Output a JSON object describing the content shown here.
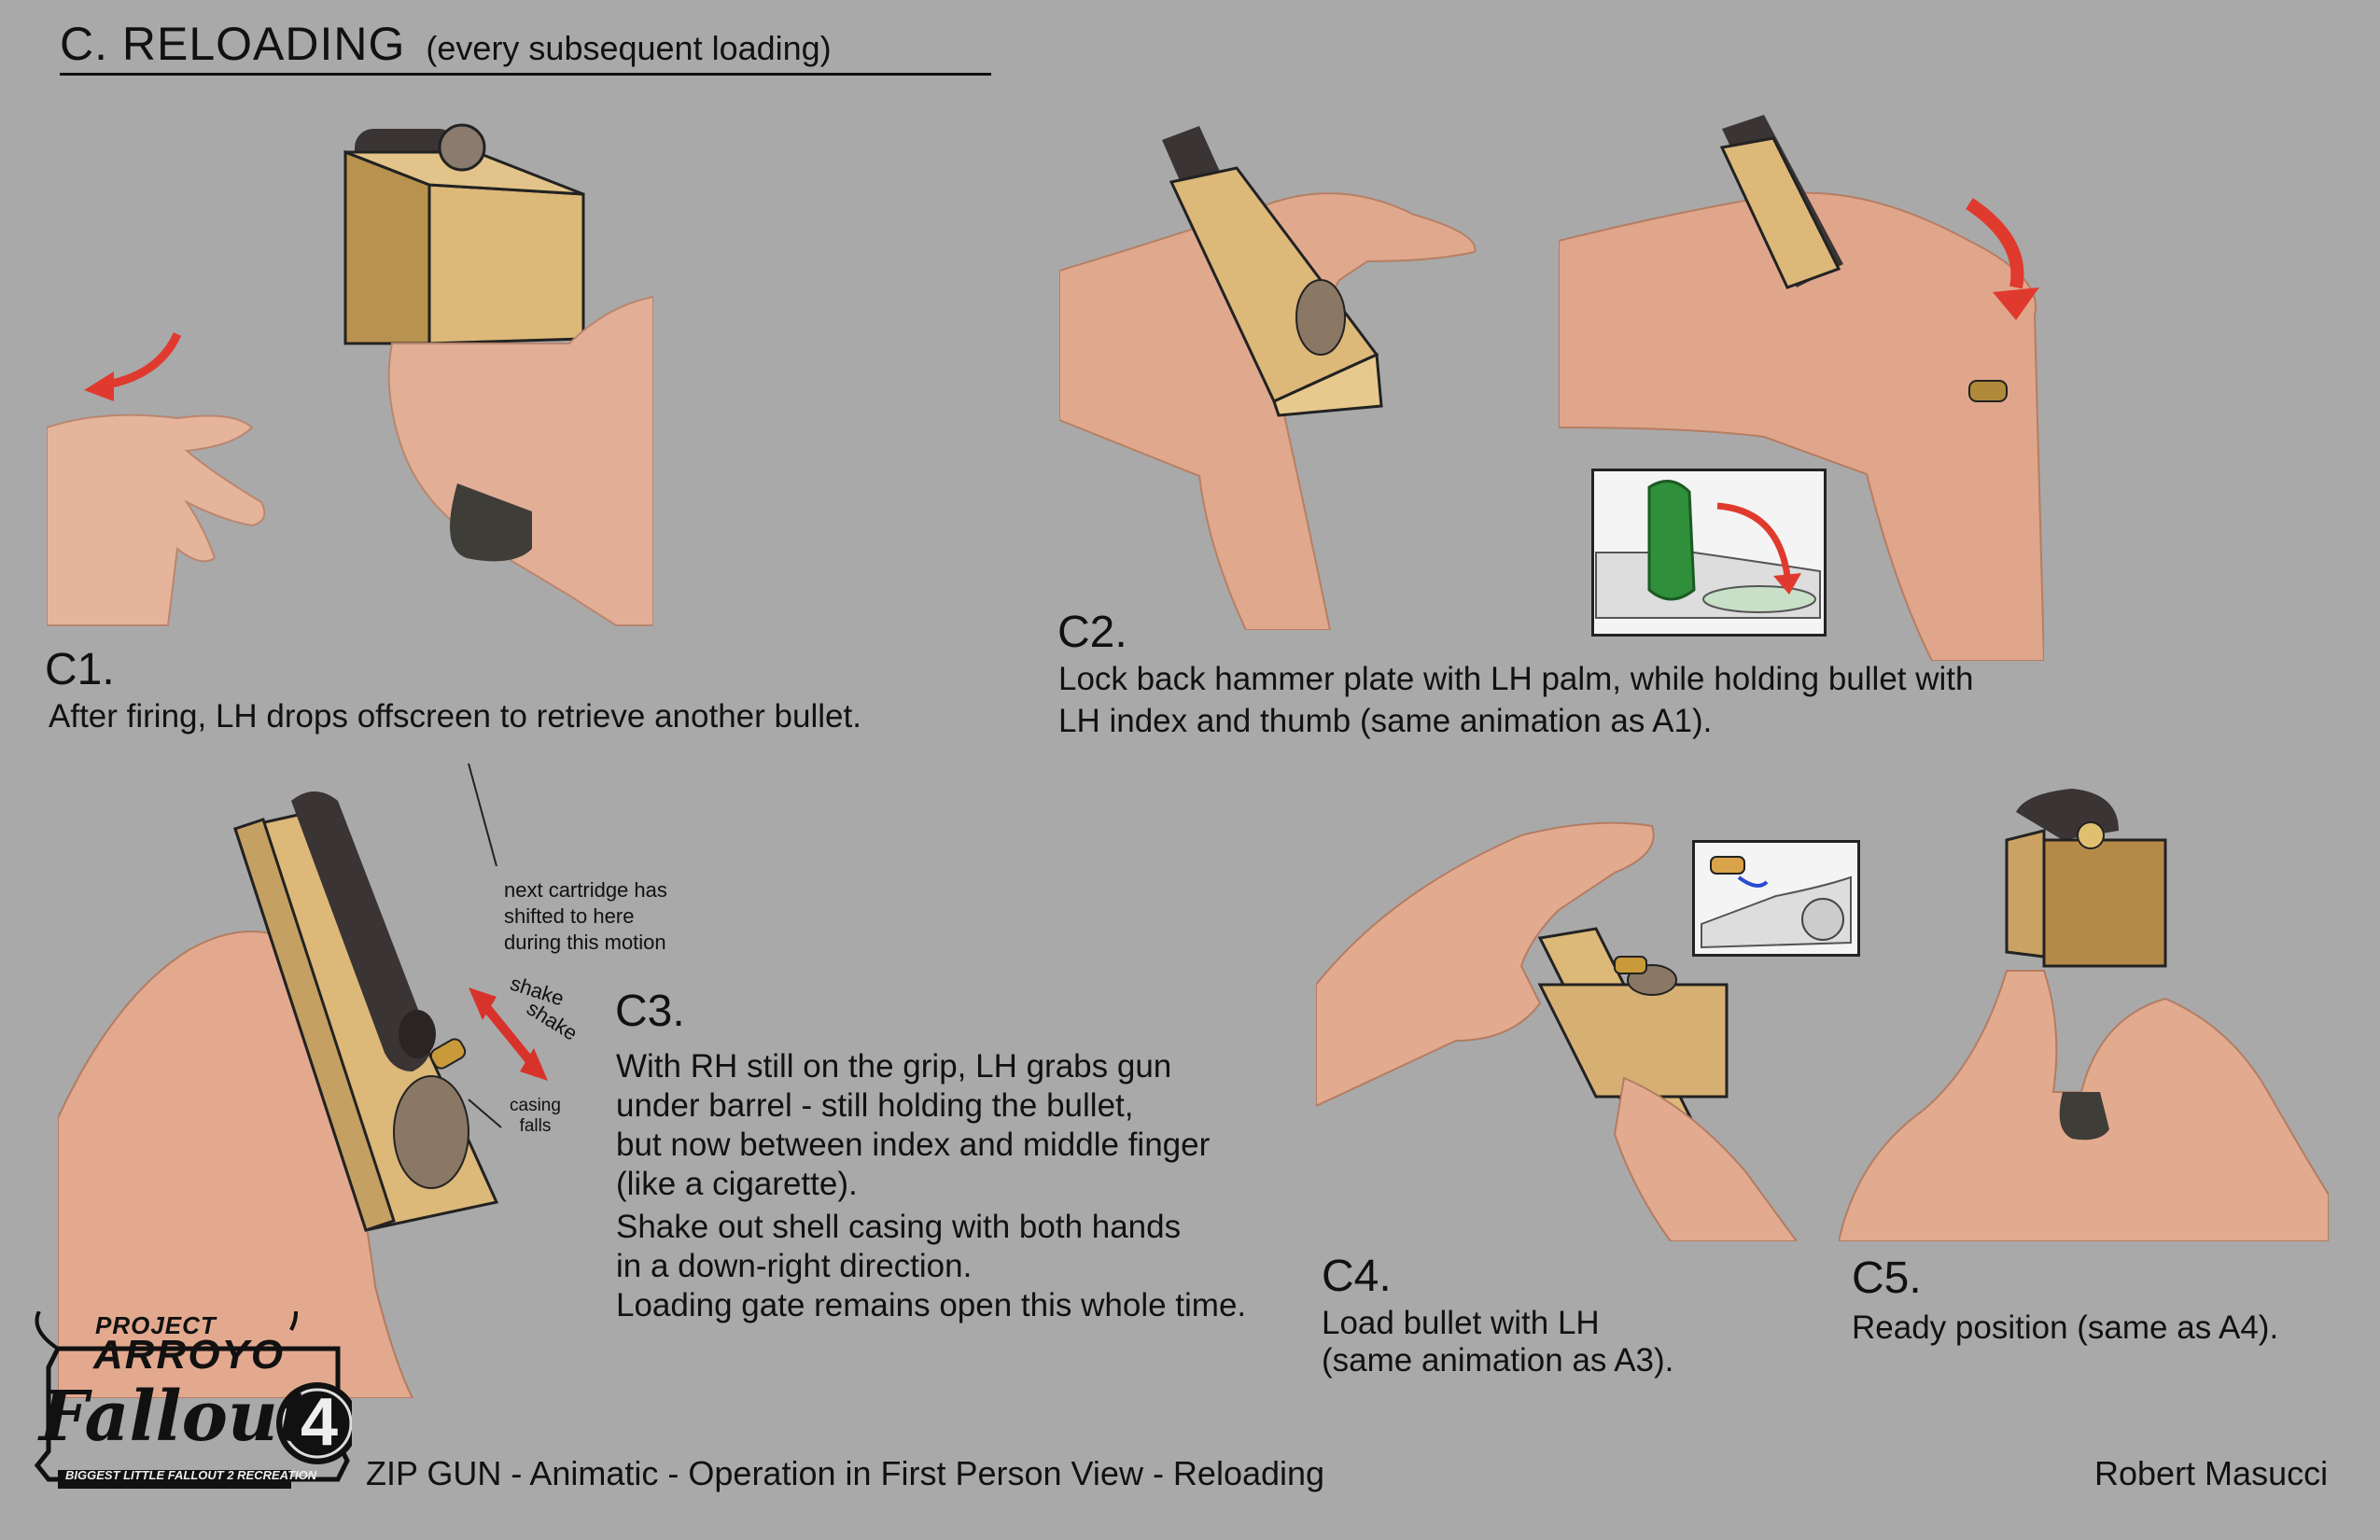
{
  "header": {
    "section": "C.  RELOADING",
    "subtitle": "(every subsequent loading)"
  },
  "steps": [
    {
      "id": "C1",
      "label": "C1.",
      "lines": [
        "After firing, LH drops offscreen to retrieve another bullet."
      ]
    },
    {
      "id": "C2",
      "label": "C2.",
      "lines": [
        "Lock back hammer plate with LH palm, while holding bullet with",
        "LH index and thumb (same animation as A1)."
      ]
    },
    {
      "id": "C3",
      "label": "C3.",
      "lines": [
        "With RH still on the grip, LH grabs gun",
        "under barrel - still holding the bullet,",
        "but now between index and middle finger",
        "(like a cigarette).",
        "Shake out shell casing with both hands",
        "in a down-right direction.",
        "Loading gate remains open this whole time."
      ]
    },
    {
      "id": "C4",
      "label": "C4.",
      "lines": [
        "Load bullet with LH",
        "(same animation as A3)."
      ]
    },
    {
      "id": "C5",
      "label": "C5.",
      "lines": [
        "Ready position (same as A4)."
      ]
    }
  ],
  "annotations": {
    "next_cartridge": [
      "next cartridge has",
      "shifted to here",
      "during this motion"
    ],
    "shake": [
      "shake",
      "shake"
    ],
    "casing": [
      "casing",
      "falls"
    ]
  },
  "logo": {
    "line1": "PROJECT",
    "line2": "ARROYO",
    "line3": "Fallout",
    "number": "4",
    "tagline": "BIGGEST LITTLE FALLOUT 2 RECREATION"
  },
  "footer": {
    "caption": "ZIP GUN - Animatic - Operation in First Person View - Reloading",
    "author": "Robert Masucci"
  },
  "colors": {
    "background": "#a9a9a9",
    "wood": "#d9b67a",
    "wood_dark": "#b48a4a",
    "barrel": "#3a3434",
    "skin": "#e8b8a0",
    "arrow": "#e03a2e",
    "green": "#2f8f3a"
  }
}
